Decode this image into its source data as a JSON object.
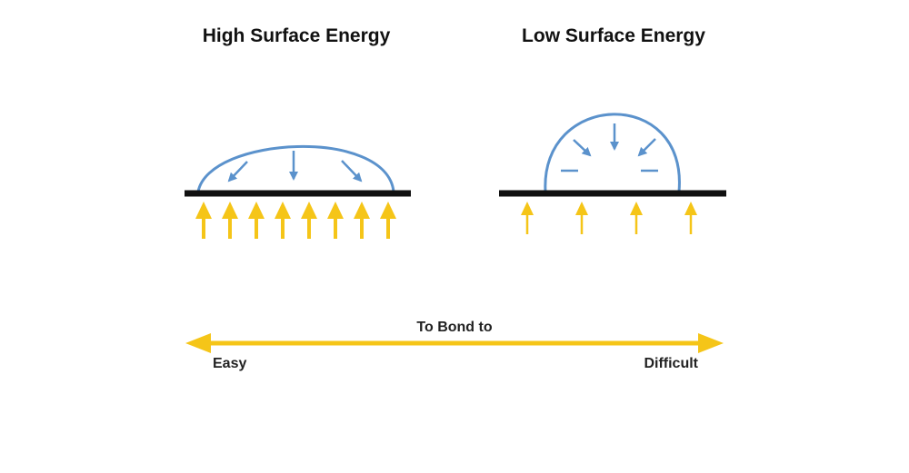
{
  "titles": {
    "high": "High Surface Energy",
    "low": "Low Surface Energy"
  },
  "scale": {
    "title": "To Bond to",
    "left_label": "Easy",
    "right_label": "Difficult"
  },
  "colors": {
    "droplet": "#5b92cc",
    "adhesion_arrow": "#f5c518",
    "surface": "#111111"
  }
}
